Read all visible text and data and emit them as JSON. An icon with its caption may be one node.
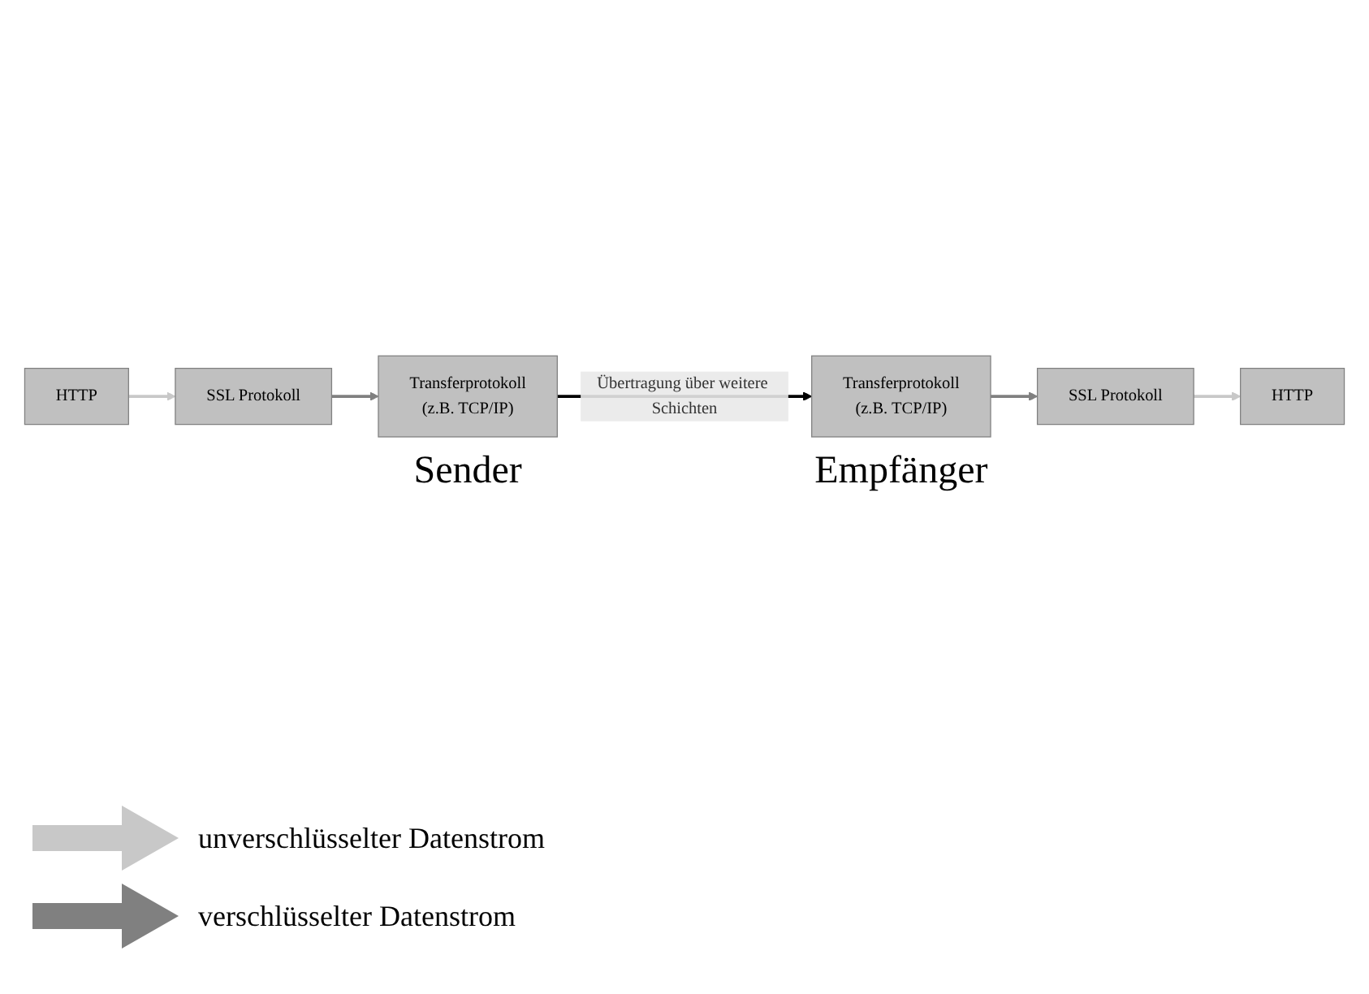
{
  "diagram": {
    "nodes": [
      {
        "text": [
          "HTTP"
        ]
      },
      {
        "text": [
          "SSL Protokoll"
        ]
      },
      {
        "text": [
          "Transferprotokoll",
          "(z.B. TCP/IP)"
        ],
        "beside": [
          "Sender"
        ]
      },
      {
        "text": [
          "Transferprotokoll",
          "(z.B. TCP/IP)"
        ],
        "beside": [
          "Empfänger"
        ]
      },
      {
        "text": [
          "SSL Protokoll"
        ]
      },
      {
        "text": [
          "HTTP"
        ]
      }
    ],
    "edges": [
      {
        "from": 0,
        "to": 1,
        "arrow": "to",
        "color": "#c8c8c8"
      },
      {
        "from": 1,
        "to": 2,
        "arrow": "to",
        "color": "#808080"
      },
      {
        "from": 2,
        "to": 3,
        "arrow": "to",
        "label": "Übertragung über weitere Schichten",
        "color": "#000000"
      },
      {
        "from": 3,
        "to": 4,
        "arrow": "to",
        "color": "#808080"
      },
      {
        "from": 4,
        "to": 5,
        "arrow": "to",
        "color": "#c8c8c8"
      }
    ],
    "legend": [
      {
        "text": "unverschlüsselter Datenstrom",
        "color": "#c8c8c8"
      },
      {
        "text": "verschlüsselter Datenstrom",
        "color": "#808080"
      }
    ]
  }
}
